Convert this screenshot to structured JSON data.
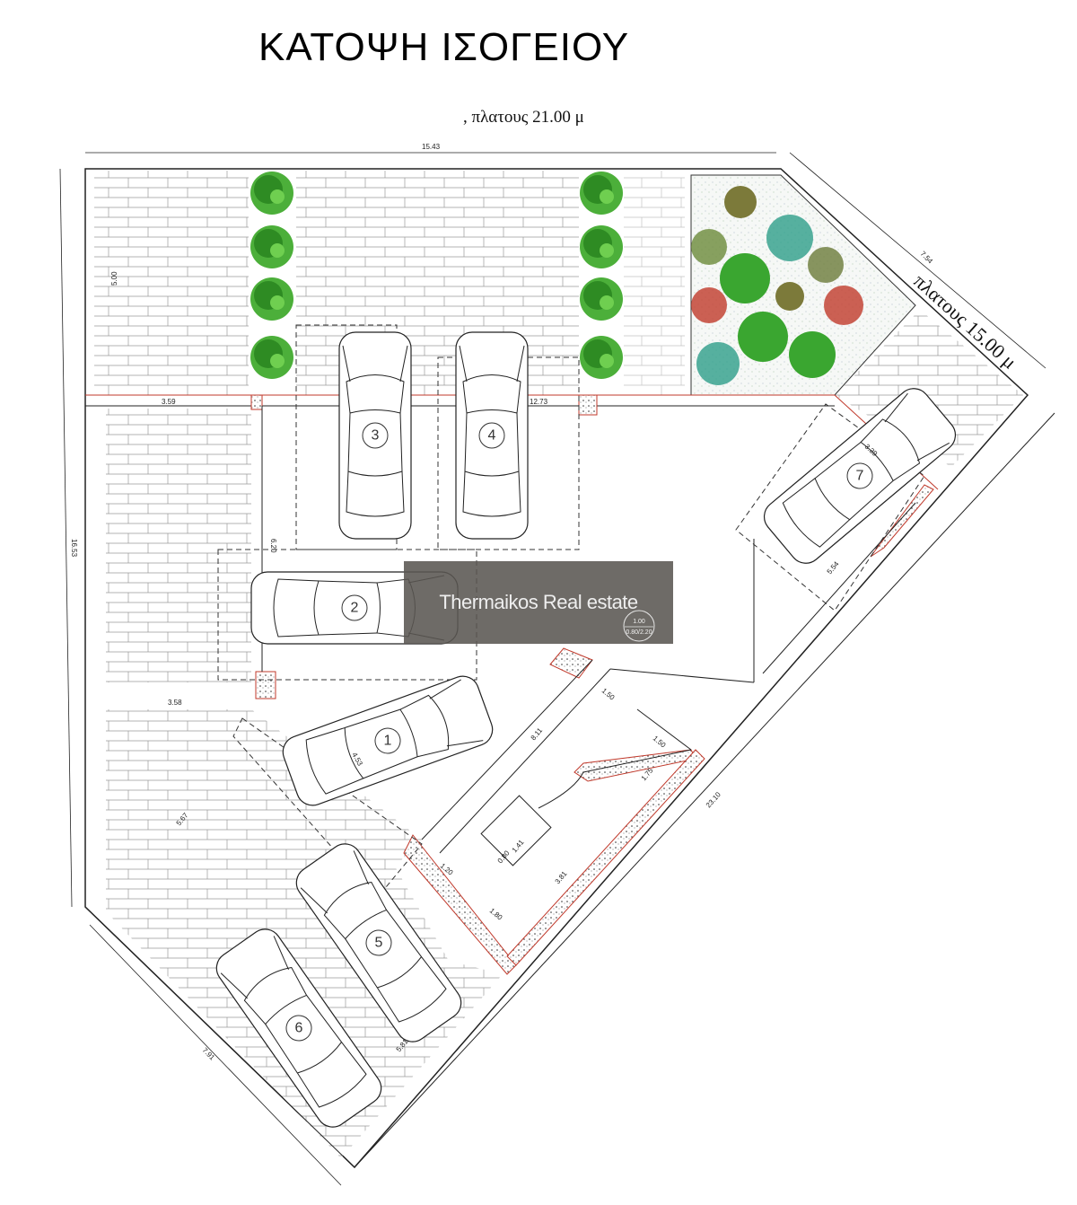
{
  "title": "ΚΑΤΟΨΗ ΙΣΟΓΕΙΟΥ",
  "street_top": ", πλατους 21.00 μ",
  "street_right": "πλατους 15.00 μ",
  "watermark": "Thermaikos Real estate",
  "parking_spots": [
    "1",
    "2",
    "3",
    "4",
    "5",
    "6",
    "7"
  ],
  "dims": {
    "top_width": "15.43",
    "front_depth": "5.00",
    "left_setback": "3.59",
    "front_line": "12.73",
    "spot_depth": "6.20",
    "left_side": "16.53",
    "left_setback_2": "3.58",
    "spot1": "4.53",
    "diag_left": "5.67",
    "corridor": "8.11",
    "d150a": "1.50",
    "d150b": "1.50",
    "d175": "1.75",
    "d120": "1.20",
    "d080": "0.80",
    "d141": "1.41",
    "d381": "3.81",
    "d180": "1.80",
    "right_side": "23.10",
    "bottom_left": "7.91",
    "spot56": "5.81",
    "right_top": "7.54",
    "spot7_w": "3.39",
    "spot7_d": "5.54",
    "circle_top": "1.00",
    "circle_bottom": "0.80/2.20"
  },
  "colors": {
    "wall_red": "#c0392b",
    "tree_green": "#3a9a2a",
    "paving": "#b8b8b8"
  }
}
